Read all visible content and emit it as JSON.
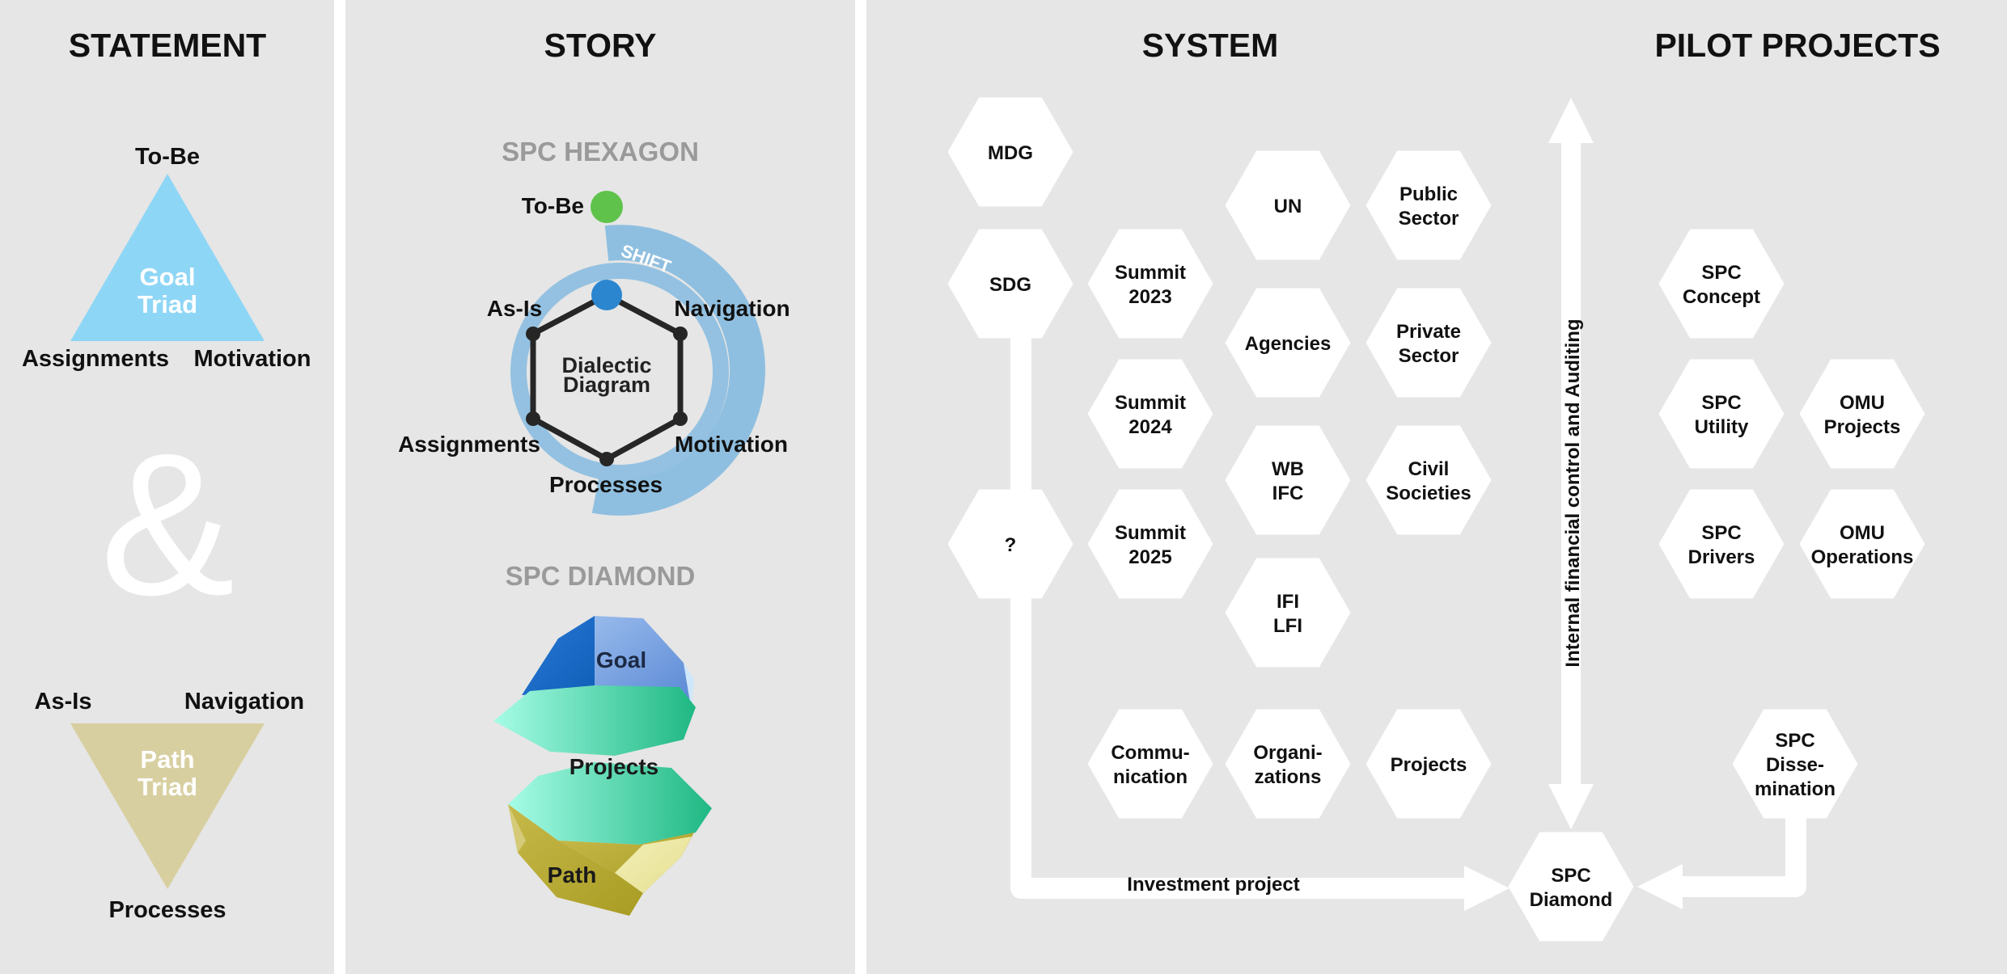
{
  "statement": {
    "title": "STATEMENT",
    "goal_triad": {
      "label_top": "To-Be",
      "label_left": "Assignments",
      "label_right": "Motivation",
      "name": [
        "Goal",
        "Triad"
      ]
    },
    "ampersand": "&",
    "path_triad": {
      "label_left": "As-Is",
      "label_right": "Navigation",
      "label_bottom": "Processes",
      "name": [
        "Path",
        "Triad"
      ]
    }
  },
  "story": {
    "title": "STORY",
    "hexagon": {
      "title": "SPC HEXAGON",
      "to_be": "To-Be",
      "shift": "SHIFT",
      "as_is": "As-Is",
      "navigation": "Navigation",
      "assignments": "Assignments",
      "motivation": "Motivation",
      "processes": "Processes",
      "center": [
        "Dialectic",
        "Diagram"
      ]
    },
    "diamond": {
      "title": "SPC DIAMOND",
      "goal": "Goal",
      "projects": "Projects",
      "path": "Path"
    }
  },
  "system": {
    "title": "SYSTEM",
    "hexes": [
      {
        "id": "mdg",
        "lines": [
          "MDG"
        ]
      },
      {
        "id": "sdg",
        "lines": [
          "SDG"
        ]
      },
      {
        "id": "question",
        "lines": [
          "?"
        ]
      },
      {
        "id": "summit-2023",
        "lines": [
          "Summit",
          "2023"
        ]
      },
      {
        "id": "summit-2024",
        "lines": [
          "Summit",
          "2024"
        ]
      },
      {
        "id": "summit-2025",
        "lines": [
          "Summit",
          "2025"
        ]
      },
      {
        "id": "un",
        "lines": [
          "UN"
        ]
      },
      {
        "id": "agencies",
        "lines": [
          "Agencies"
        ]
      },
      {
        "id": "wb-ifc",
        "lines": [
          "WB",
          "IFC"
        ]
      },
      {
        "id": "ifi-lfi",
        "lines": [
          "IFI",
          "LFI"
        ]
      },
      {
        "id": "public-sector",
        "lines": [
          "Public",
          "Sector"
        ]
      },
      {
        "id": "private-sector",
        "lines": [
          "Private",
          "Sector"
        ]
      },
      {
        "id": "civil-societies",
        "lines": [
          "Civil",
          "Societies"
        ]
      },
      {
        "id": "communication",
        "lines": [
          "Commu-",
          "nication"
        ]
      },
      {
        "id": "organizations",
        "lines": [
          "Organi-",
          "zations"
        ]
      },
      {
        "id": "projects",
        "lines": [
          "Projects"
        ]
      }
    ],
    "investment_label": "Investment project",
    "audit_label": "Internal financial control and Auditing"
  },
  "pilot": {
    "title": "PILOT PROJECTS",
    "hexes": [
      {
        "id": "spc-concept",
        "lines": [
          "SPC",
          "Concept"
        ]
      },
      {
        "id": "spc-utility",
        "lines": [
          "SPC",
          "Utility"
        ]
      },
      {
        "id": "spc-drivers",
        "lines": [
          "SPC",
          "Drivers"
        ]
      },
      {
        "id": "omu-projects",
        "lines": [
          "OMU",
          "Projects"
        ]
      },
      {
        "id": "omu-operations",
        "lines": [
          "OMU",
          "Operations"
        ]
      },
      {
        "id": "spc-dissemination",
        "lines": [
          "SPC",
          "Disse-",
          "mination"
        ]
      }
    ]
  },
  "spc_diamond_node": {
    "lines": [
      "SPC",
      "Diamond"
    ]
  },
  "colors": {
    "panel": "#e6e6e6",
    "goal_triangle": "#8ed6f6",
    "path_triangle": "#d8cfa1",
    "section_subtitle": "#9a9a9a",
    "shift_arc": "#8fbfe0",
    "green_dot": "#5fc34b",
    "blue_dot": "#2b86cf"
  }
}
